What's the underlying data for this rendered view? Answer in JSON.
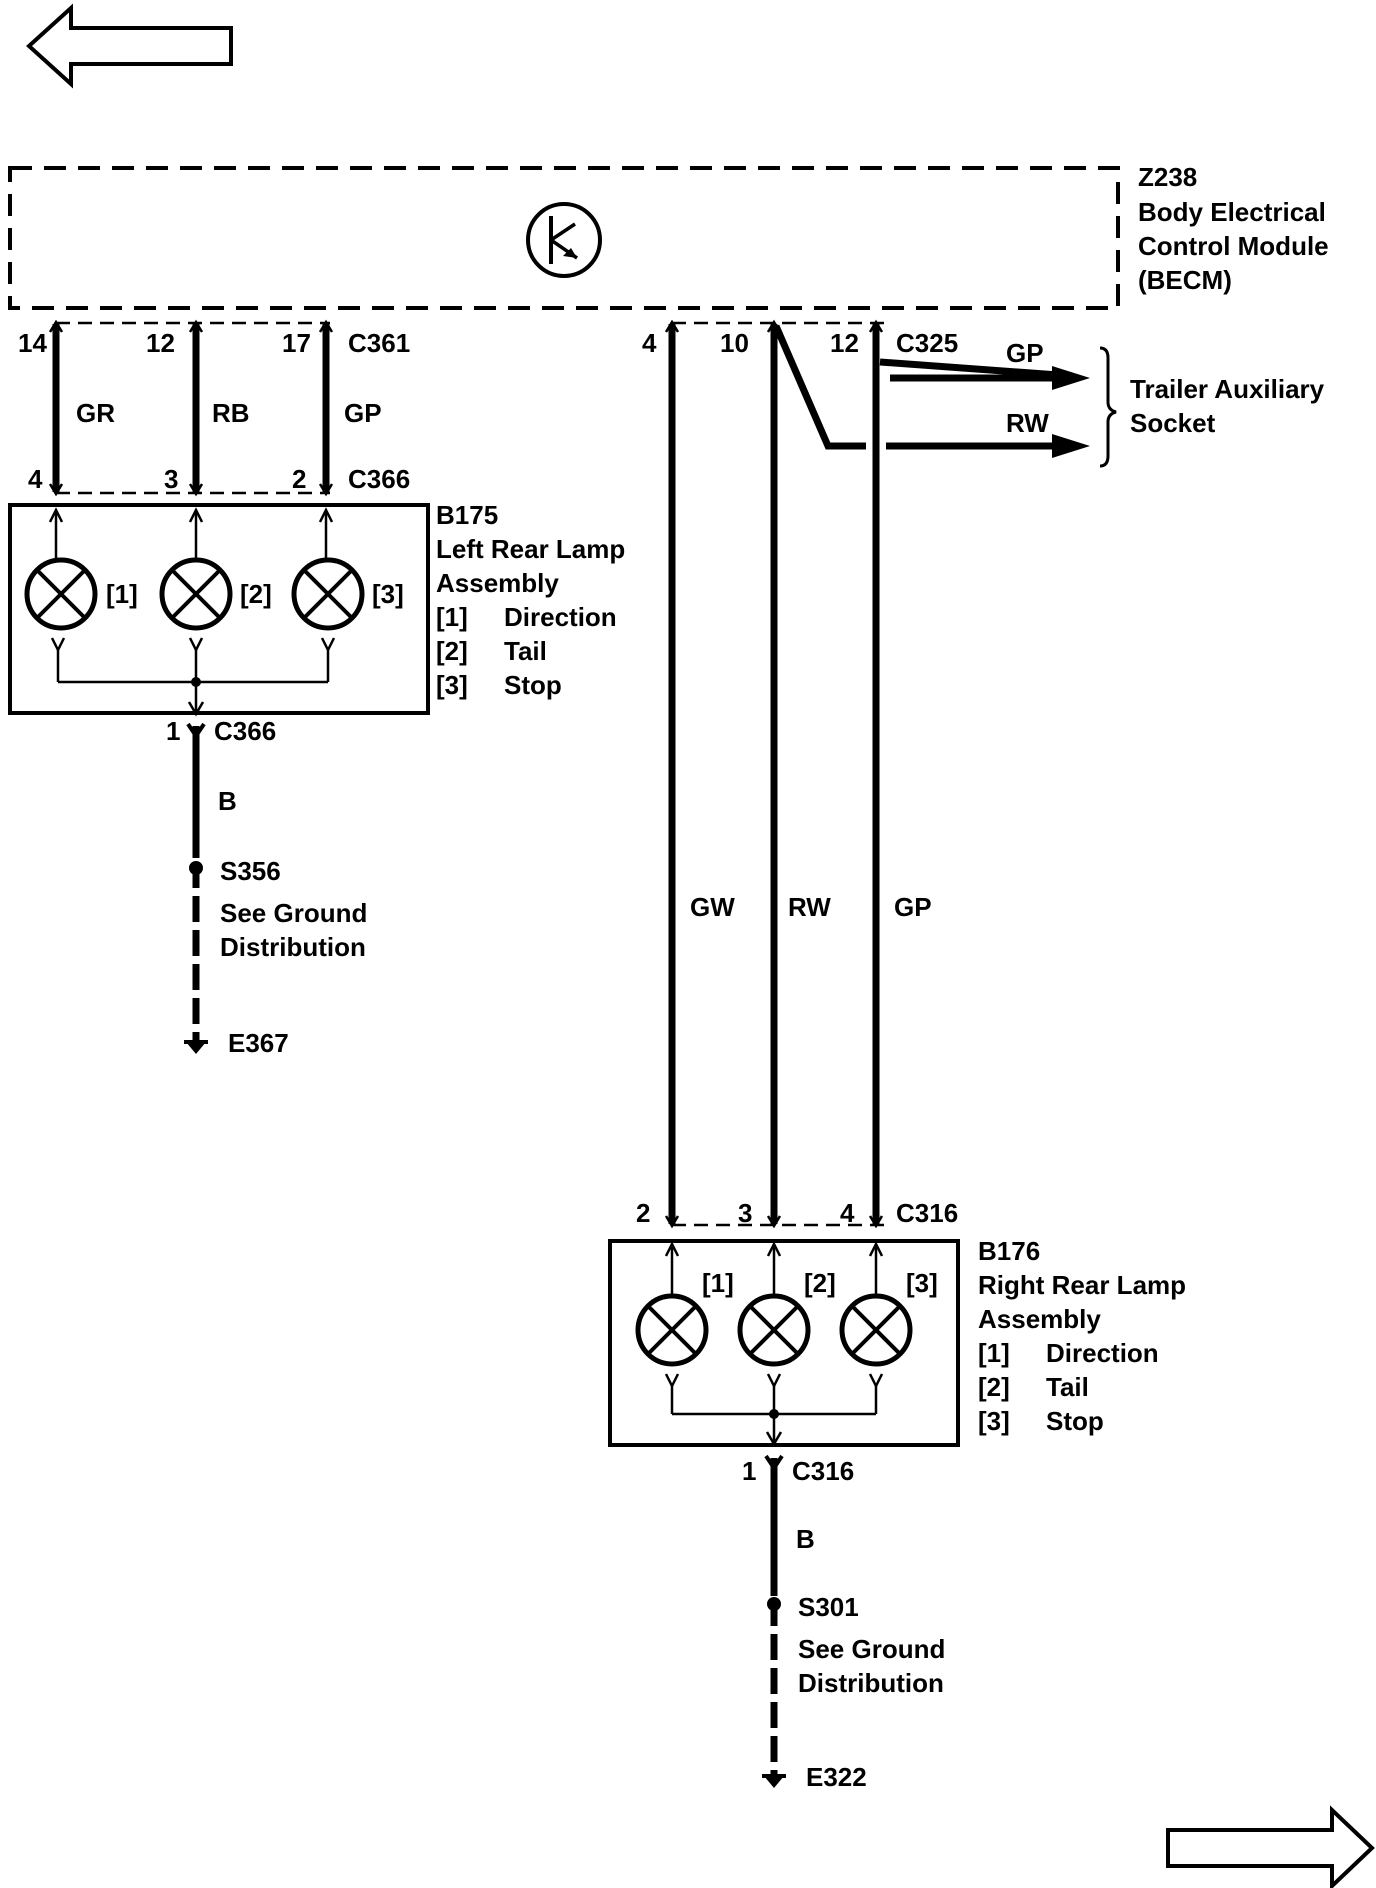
{
  "becm": {
    "id": "Z238",
    "name_line1": "Body Electrical",
    "name_line2": "Control Module",
    "name_line3": "(BECM)"
  },
  "connectors": {
    "c361": "C361",
    "c325": "C325",
    "c366_top": "C366",
    "c366_bottom": "C366",
    "c316_top": "C316",
    "c316_bottom": "C316"
  },
  "left_wires": [
    {
      "pin_top": "14",
      "color": "GR",
      "pin_bottom": "4"
    },
    {
      "pin_top": "12",
      "color": "RB",
      "pin_bottom": "3"
    },
    {
      "pin_top": "17",
      "color": "GP",
      "pin_bottom": "2"
    }
  ],
  "right_wires": [
    {
      "pin_top": "4",
      "color": "GW",
      "pin_bottom": "2"
    },
    {
      "pin_top": "10",
      "color": "RW",
      "pin_bottom": "3"
    },
    {
      "pin_top": "12",
      "color": "GP",
      "pin_bottom": "4"
    }
  ],
  "trailer": {
    "wire1": "GP",
    "wire2": "RW",
    "label_line1": "Trailer Auxiliary",
    "label_line2": "Socket"
  },
  "left_lamp": {
    "id": "B175",
    "name_line1": "Left Rear Lamp",
    "name_line2": "Assembly",
    "bulb_labels": [
      "[1]",
      "[2]",
      "[3]"
    ],
    "legend": [
      {
        "key": "[1]",
        "value": "Direction"
      },
      {
        "key": "[2]",
        "value": "Tail"
      },
      {
        "key": "[3]",
        "value": "Stop"
      }
    ],
    "ground_pin": "1",
    "ground_wire": "B",
    "splice": "S356",
    "note_line1": "See Ground",
    "note_line2": "Distribution",
    "ground": "E367"
  },
  "right_lamp": {
    "id": "B176",
    "name_line1": "Right Rear Lamp",
    "name_line2": "Assembly",
    "bulb_labels": [
      "[1]",
      "[2]",
      "[3]"
    ],
    "legend": [
      {
        "key": "[1]",
        "value": "Direction"
      },
      {
        "key": "[2]",
        "value": "Tail"
      },
      {
        "key": "[3]",
        "value": "Stop"
      }
    ],
    "ground_pin": "1",
    "ground_wire": "B",
    "splice": "S301",
    "note_line1": "See Ground",
    "note_line2": "Distribution",
    "ground": "E322"
  }
}
